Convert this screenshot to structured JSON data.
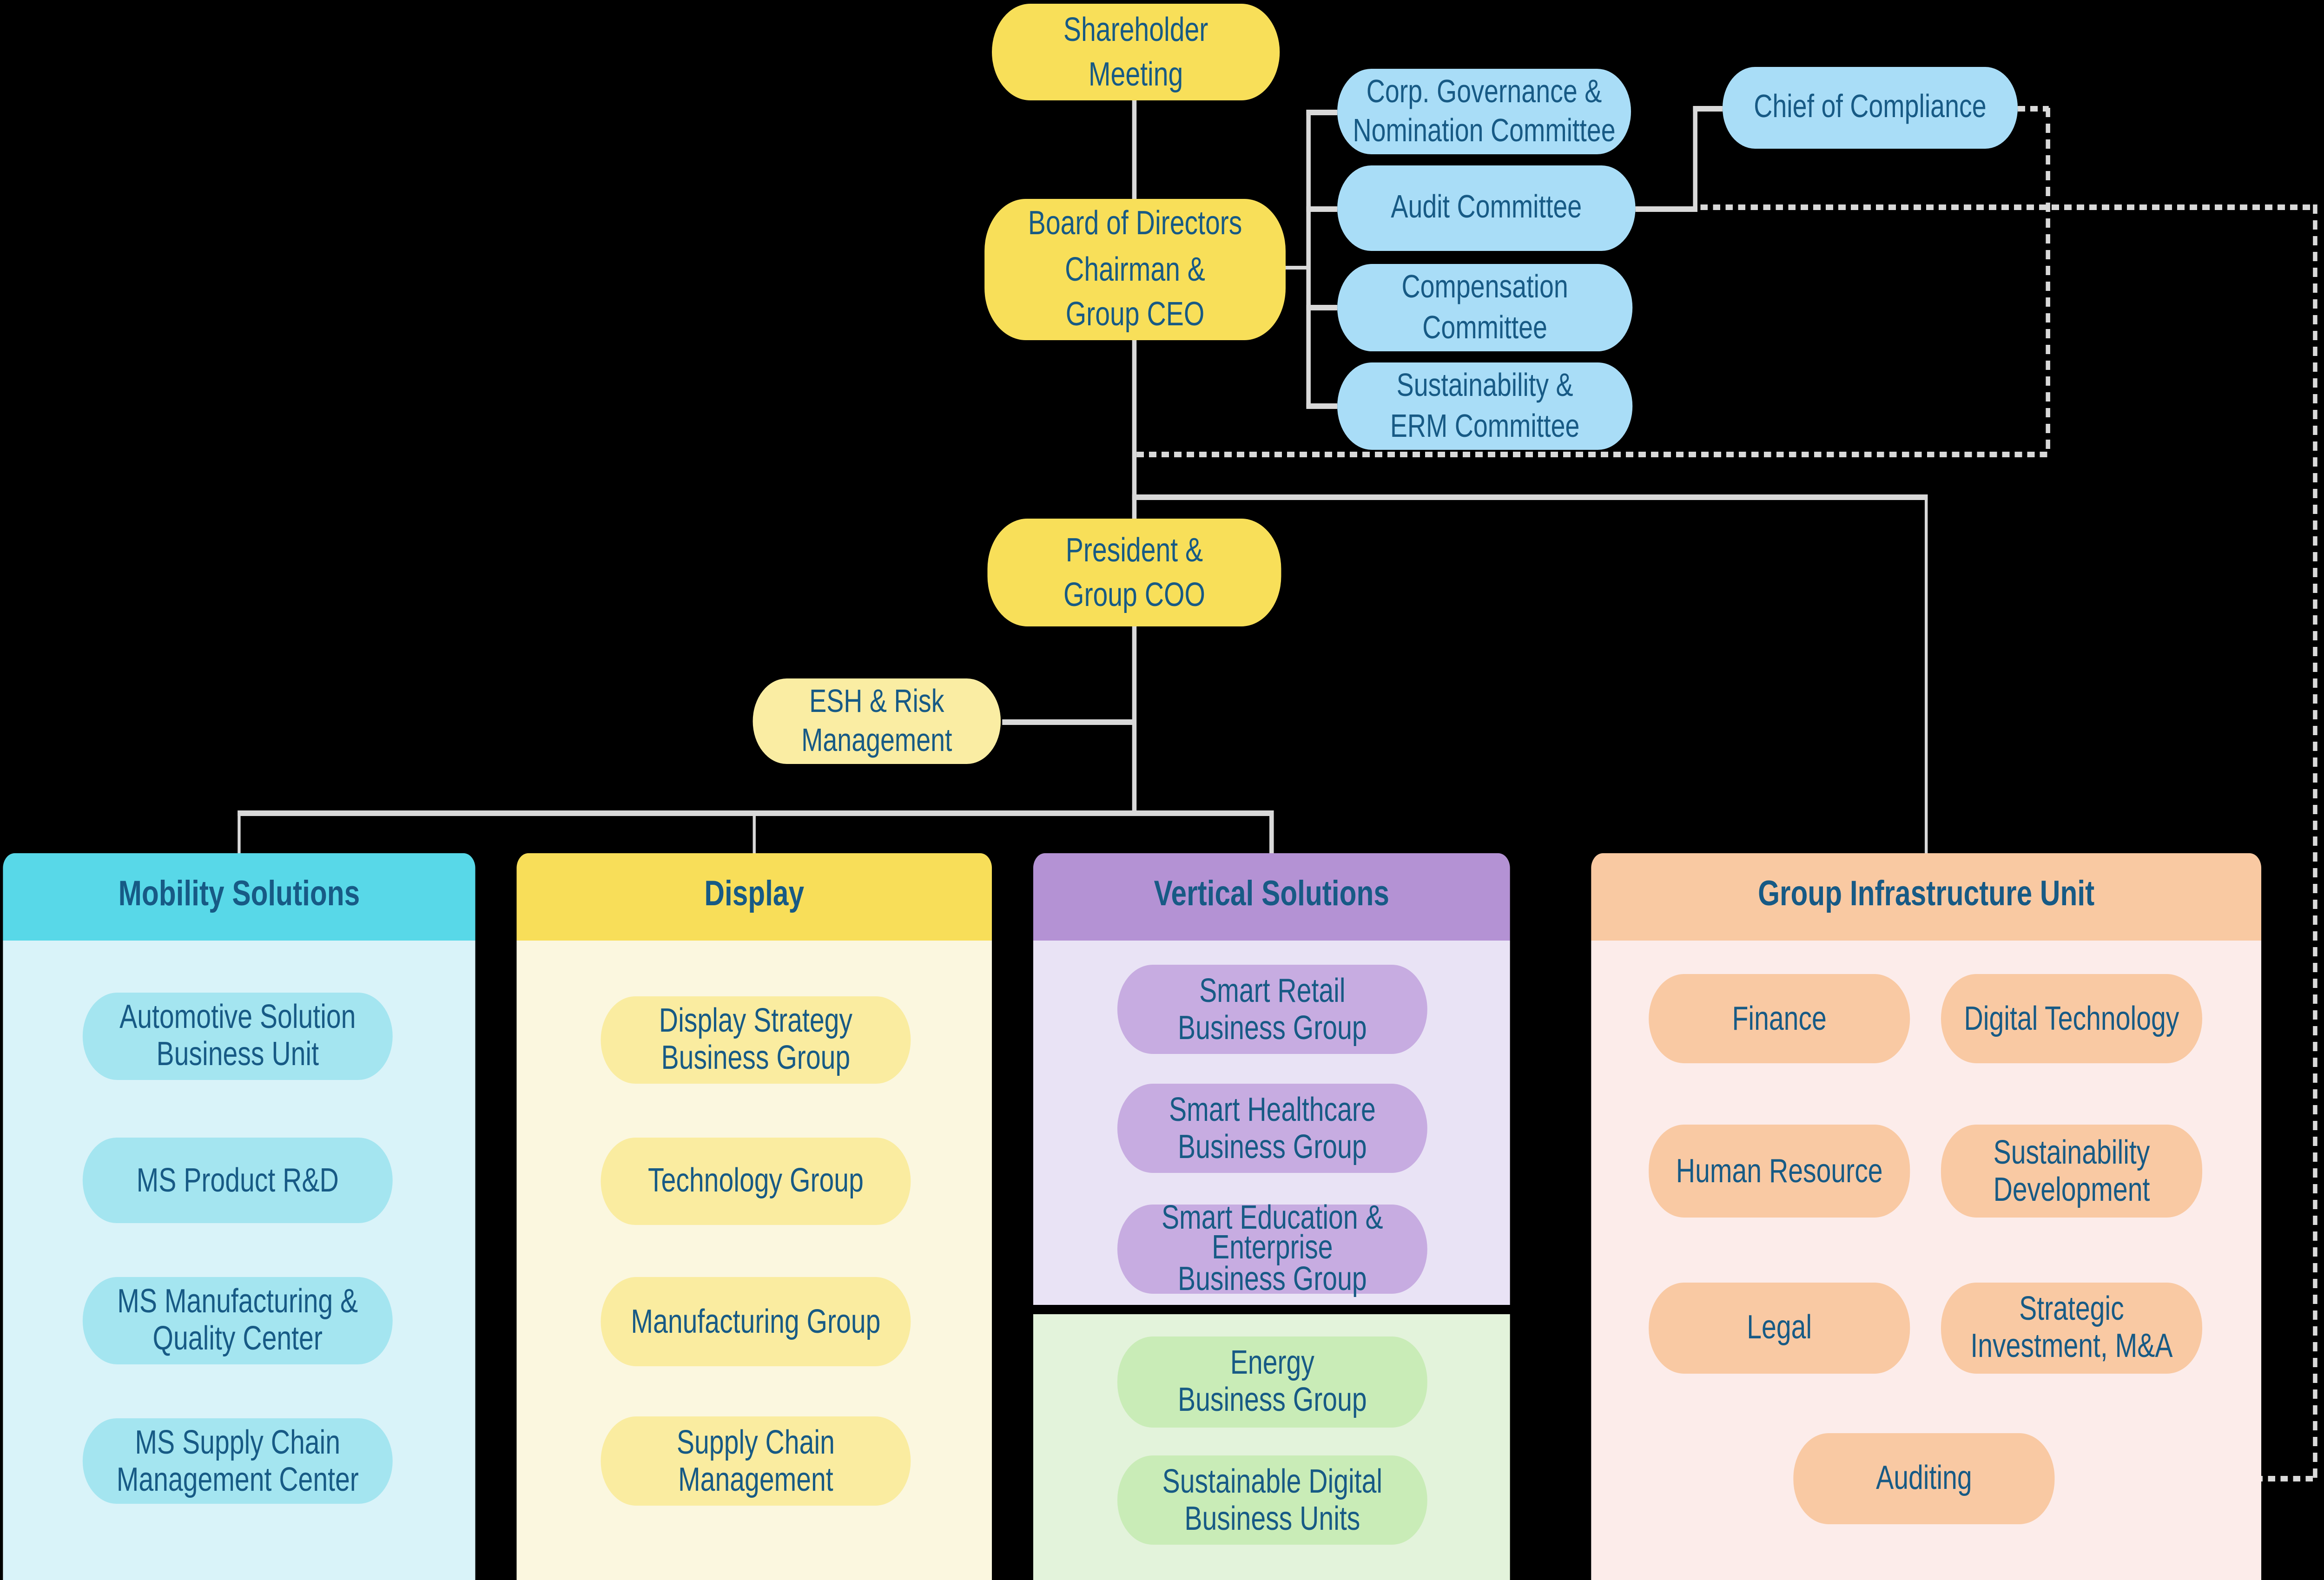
{
  "colors": {
    "background": "#000000",
    "text_blue": "#175a85",
    "yellow": "#F8DF59",
    "light_yellow": "#FAEDA3",
    "committee_blue": "#A9DDF7",
    "line_gray": "#d9d9d9",
    "mobility_header": "#58D8E8",
    "mobility_bg": "#D9F3F9",
    "mobility_pill": "#A4E5F0",
    "display_header": "#F8DE59",
    "display_bg": "#FBF7DF",
    "display_pill": "#FAECA0",
    "vertical_header": "#B492D4",
    "vertical_bg": "#E9E3F5",
    "vertical_pill": "#C7ACE1",
    "green_bg": "#E3F3DB",
    "green_pill": "#C9ECB7",
    "infra_header": "#F9C9A2",
    "infra_bg": "#FCECEA",
    "infra_pill": "#F9C9A3"
  },
  "top": {
    "shareholder_meeting": {
      "label": "Shareholder\nMeeting"
    },
    "board": {
      "label": "Board of Directors\nChairman &\nGroup CEO"
    },
    "president": {
      "label": "President &\nGroup COO"
    },
    "esh": {
      "label": "ESH & Risk\nManagement"
    }
  },
  "committees": [
    {
      "label": "Corp. Governance &\nNomination Committee"
    },
    {
      "label": "Audit Committee"
    },
    {
      "label": "Compensation\nCommittee"
    },
    {
      "label": "Sustainability &\nERM Committee"
    }
  ],
  "chief_of_compliance": {
    "label": "Chief of Compliance"
  },
  "columns": [
    {
      "title": "Mobility Solutions",
      "items": [
        {
          "label": "Automotive Solution\nBusiness Unit"
        },
        {
          "label": "MS Product R&D"
        },
        {
          "label": "MS Manufacturing &\nQuality Center"
        },
        {
          "label": "MS Supply Chain\nManagement Center"
        }
      ]
    },
    {
      "title": "Display",
      "items": [
        {
          "label": "Display Strategy\nBusiness Group"
        },
        {
          "label": "Technology Group"
        },
        {
          "label": "Manufacturing Group"
        },
        {
          "label": "Supply Chain\nManagement"
        }
      ]
    },
    {
      "title": "Vertical Solutions",
      "items": [
        {
          "label": "Smart Retail\nBusiness Group"
        },
        {
          "label": "Smart Healthcare\nBusiness Group"
        },
        {
          "label": "Smart Education &\nEnterprise\nBusiness Group"
        }
      ],
      "green_items": [
        {
          "label": "Energy\nBusiness Group"
        },
        {
          "label": "Sustainable Digital\nBusiness Units"
        }
      ]
    },
    {
      "title": "Group Infrastructure Unit",
      "items": [
        {
          "label": "Finance"
        },
        {
          "label": "Digital Technology"
        },
        {
          "label": "Human Resource"
        },
        {
          "label": "Sustainability\nDevelopment"
        },
        {
          "label": "Legal"
        },
        {
          "label": "Strategic\nInvestment, M&A"
        }
      ],
      "auditing": {
        "label": "Auditing"
      }
    }
  ]
}
